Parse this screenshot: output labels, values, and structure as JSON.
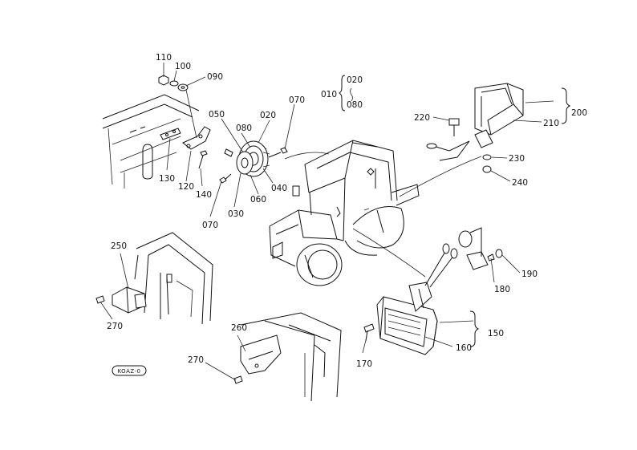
{
  "callouts": {
    "c010": "010",
    "c020a": "020",
    "c080a": "080",
    "c110": "110",
    "c100": "100",
    "c090": "090",
    "c050": "050",
    "c080": "080",
    "c020": "020",
    "c070a": "070",
    "c130": "130",
    "c120": "120",
    "c140": "140",
    "c030": "030",
    "c060": "060",
    "c040": "040",
    "c070b": "070",
    "c220": "220",
    "c210": "210",
    "c200": "200",
    "c230": "230",
    "c240": "240",
    "c250": "250",
    "c270a": "270",
    "c180": "180",
    "c190": "190",
    "c150": "150",
    "c160": "160",
    "c170": "170",
    "c260": "260",
    "c270b": "270"
  },
  "stamp": "KOAZ-0"
}
